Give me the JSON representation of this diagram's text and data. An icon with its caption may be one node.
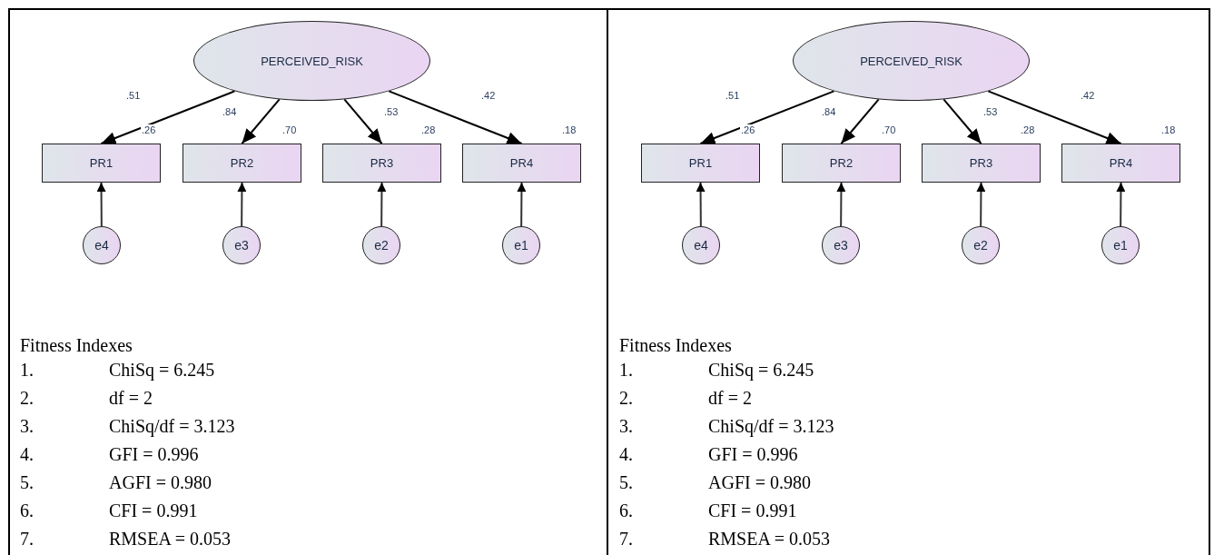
{
  "diagram": {
    "nodes": [
      {
        "text": [
          "PERCEIVED_RISK"
        ]
      },
      {
        "text": [
          "PR1"
        ],
        "beside": [
          ".26"
        ]
      },
      {
        "text": [
          "PR2"
        ],
        "beside": [
          ".70"
        ]
      },
      {
        "text": [
          "PR3"
        ],
        "beside": [
          ".28"
        ]
      },
      {
        "text": [
          "PR4"
        ],
        "beside": [
          ".18"
        ]
      },
      {
        "text": [
          "e4"
        ]
      },
      {
        "text": [
          "e3"
        ]
      },
      {
        "text": [
          "e2"
        ]
      },
      {
        "text": [
          "e1"
        ]
      },
      {
        "text": [
          "PERCEIVED_RISK"
        ]
      },
      {
        "text": [
          "PR1"
        ],
        "beside": [
          ".26"
        ]
      },
      {
        "text": [
          "PR2"
        ],
        "beside": [
          ".70"
        ]
      },
      {
        "text": [
          "PR3"
        ],
        "beside": [
          ".28"
        ]
      },
      {
        "text": [
          "PR4"
        ],
        "beside": [
          ".18"
        ]
      },
      {
        "text": [
          "e4"
        ]
      },
      {
        "text": [
          "e3"
        ]
      },
      {
        "text": [
          "e2"
        ]
      },
      {
        "text": [
          "e1"
        ]
      }
    ],
    "edges": [
      {
        "from": 0,
        "to": 1,
        "arrow": "to",
        "label": ".51"
      },
      {
        "from": 0,
        "to": 2,
        "arrow": "to",
        "label": ".84"
      },
      {
        "from": 0,
        "to": 3,
        "arrow": "to",
        "label": ".53"
      },
      {
        "from": 0,
        "to": 4,
        "arrow": "to",
        "label": ".42"
      },
      {
        "from": 5,
        "to": 1,
        "arrow": "to"
      },
      {
        "from": 6,
        "to": 2,
        "arrow": "to"
      },
      {
        "from": 7,
        "to": 3,
        "arrow": "to"
      },
      {
        "from": 8,
        "to": 4,
        "arrow": "to"
      },
      {
        "from": 9,
        "to": 10,
        "arrow": "to",
        "label": ".51"
      },
      {
        "from": 9,
        "to": 11,
        "arrow": "to",
        "label": ".84"
      },
      {
        "from": 9,
        "to": 12,
        "arrow": "to",
        "label": ".53"
      },
      {
        "from": 9,
        "to": 13,
        "arrow": "to",
        "label": ".42"
      },
      {
        "from": 14,
        "to": 10,
        "arrow": "to"
      },
      {
        "from": 15,
        "to": 11,
        "arrow": "to"
      },
      {
        "from": 16,
        "to": 12,
        "arrow": "to"
      },
      {
        "from": 17,
        "to": 13,
        "arrow": "to"
      }
    ],
    "labels": [
      "Fitness Indexes",
      "1.",
      "ChiSq = 6.245",
      "2.",
      "df = 2",
      "3.",
      "ChiSq/df = 3.123",
      "4.",
      "GFI = 0.996",
      "5.",
      "AGFI = 0.980",
      "6.",
      "CFI = 0.991",
      "7.",
      "RMSEA = 0.053",
      "Fitness Indexes",
      "1.",
      "ChiSq = 6.245",
      "2.",
      "df = 2",
      "3.",
      "ChiSq/df = 3.123",
      "4.",
      "GFI = 0.996",
      "5.",
      "AGFI = 0.980",
      "6.",
      "CFI = 0.991",
      "7.",
      "RMSEA = 0.053"
    ]
  }
}
